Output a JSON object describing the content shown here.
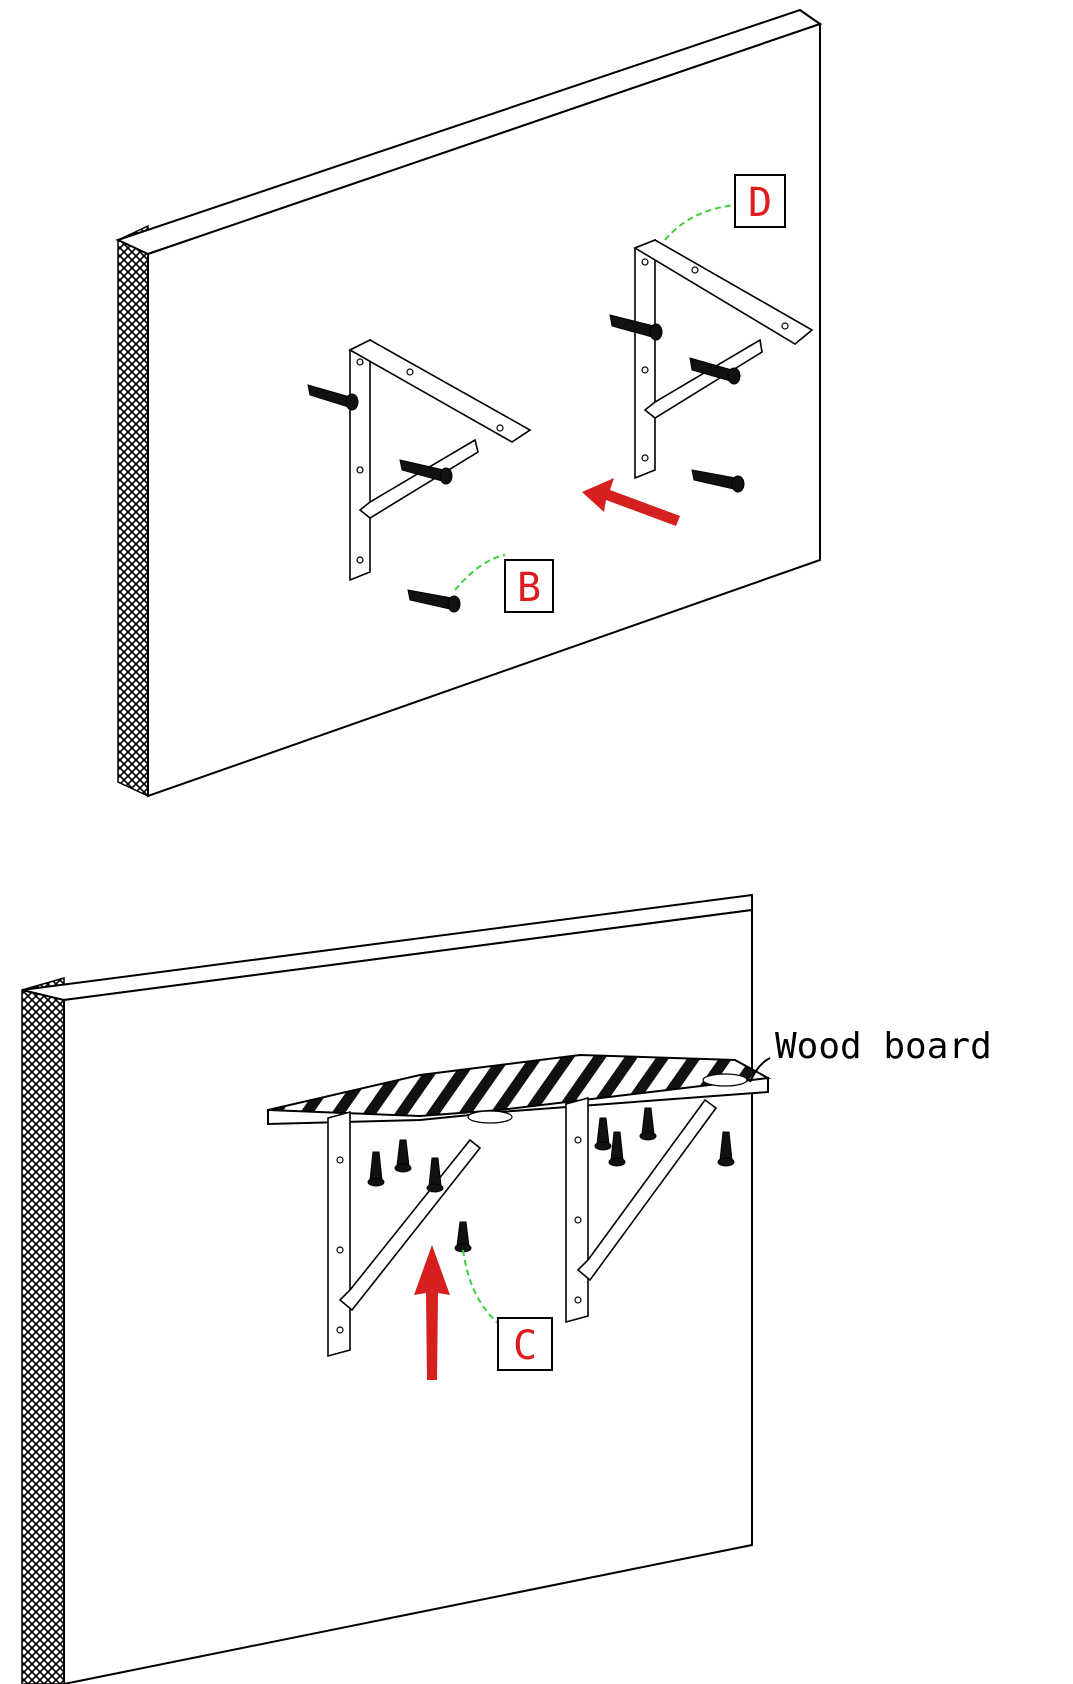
{
  "labels": {
    "b": "B",
    "c": "C",
    "d": "D"
  },
  "captions": {
    "wood_board": "Wood board"
  },
  "colors": {
    "label_text": "#e11b1b",
    "arrow": "#d61f1f",
    "leader_line": "#3ccf3c"
  },
  "icons": {
    "step1_arrow": "arrow-left-icon",
    "step2_arrow": "arrow-up-icon"
  }
}
